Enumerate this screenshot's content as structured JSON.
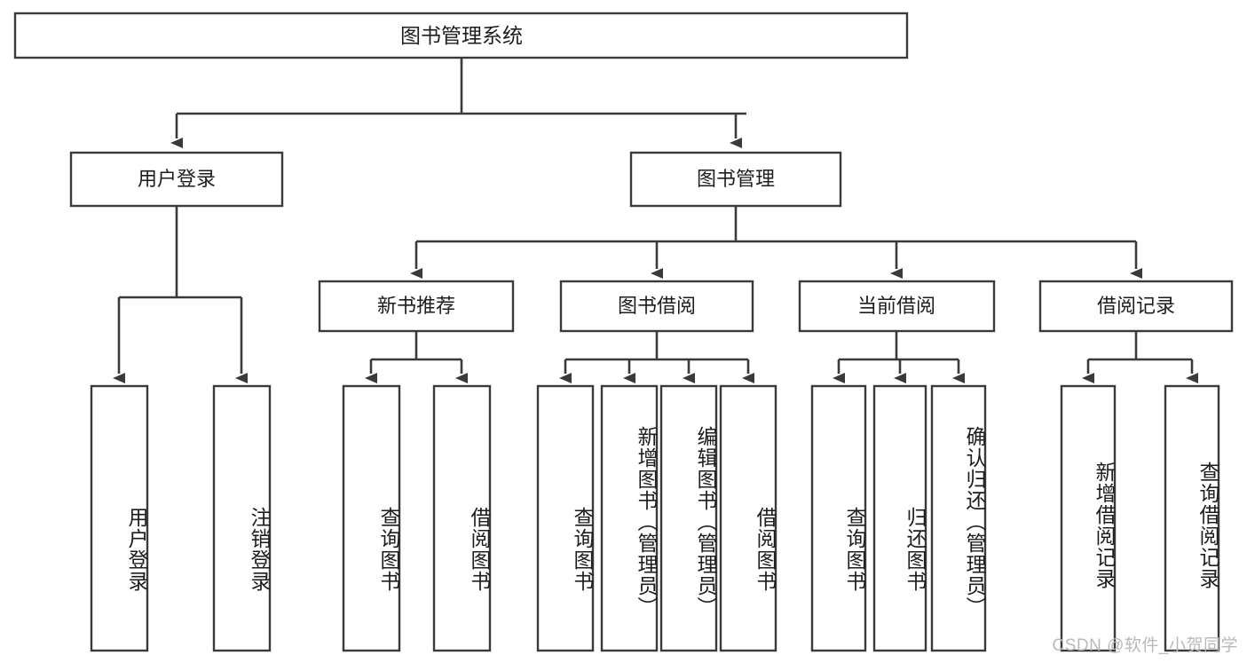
{
  "diagram": {
    "title": "图书管理系统",
    "type": "tree-hierarchy-chart",
    "watermark": "CSDN @软件_小贺同学",
    "colors": {
      "background": "#ffffff",
      "box_fill": "#ffffff",
      "box_stroke": "#3a3a3a",
      "connector": "#3a3a3a",
      "text": "#1d1d1d",
      "watermark_text": "#b9b9b9"
    },
    "root": {
      "label": "图书管理系统"
    },
    "level1": [
      {
        "label": "用户登录"
      },
      {
        "label": "图书管理"
      }
    ],
    "level2": [
      {
        "label": "新书推荐"
      },
      {
        "label": "图书借阅"
      },
      {
        "label": "当前借阅"
      },
      {
        "label": "借阅记录"
      }
    ],
    "leaves": {
      "user_login": [
        {
          "label": "用户登录"
        },
        {
          "label": "注销登录"
        }
      ],
      "new_book_recommend": [
        {
          "label": "查询图书"
        },
        {
          "label": "借阅图书"
        }
      ],
      "book_borrow": [
        {
          "label": "查询图书"
        },
        {
          "label": "新增图书（管理员）"
        },
        {
          "label": "编辑图书（管理员）"
        },
        {
          "label": "借阅图书"
        }
      ],
      "current_borrow": [
        {
          "label": "查询图书"
        },
        {
          "label": "归还图书"
        },
        {
          "label": "确认归还（管理员）"
        }
      ],
      "borrow_record": [
        {
          "label": "新增借阅记录"
        },
        {
          "label": "查询借阅记录"
        }
      ]
    }
  }
}
